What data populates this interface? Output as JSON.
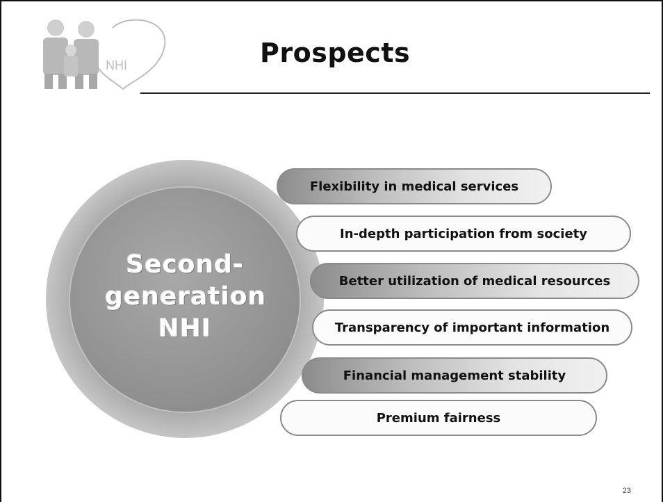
{
  "slide": {
    "title": "Prospects",
    "page_number": "23"
  },
  "logo": {
    "text": "NHI",
    "icon": "family-heart-logo"
  },
  "center": {
    "lines": [
      "Second-",
      "generation",
      "NHI"
    ]
  },
  "prospects": [
    {
      "label": "Flexibility in medical services",
      "style": "dark"
    },
    {
      "label": "In-depth participation from society",
      "style": "light"
    },
    {
      "label": "Better utilization of medical resources",
      "style": "dark"
    },
    {
      "label": "Transparency of important information",
      "style": "light"
    },
    {
      "label": "Financial management stability",
      "style": "dark"
    },
    {
      "label": "Premium fairness",
      "style": "light"
    }
  ],
  "colors": {
    "circle": "#9d9d9d",
    "pill_dark": "#8c8c8c",
    "pill_light": "#fbfbfb",
    "border": "#8a8a8a"
  }
}
